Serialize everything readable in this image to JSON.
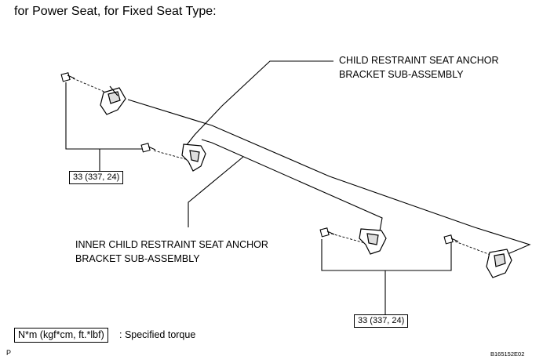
{
  "header": {
    "title": "for Power Seat, for Fixed Seat Type:"
  },
  "callouts": {
    "child_anchor": [
      "CHILD RESTRAINT SEAT ANCHOR",
      "BRACKET SUB-ASSEMBLY"
    ],
    "inner_anchor": [
      "INNER CHILD RESTRAINT SEAT ANCHOR",
      "BRACKET SUB-ASSEMBLY"
    ]
  },
  "torque": {
    "left": "33 (337, 24)",
    "right": "33 (337, 24)"
  },
  "legend": {
    "box": "N*m (kgf*cm, ft.*lbf)",
    "text": ": Specified torque"
  },
  "footer": {
    "p_mark": "P",
    "code": "B165152E02"
  }
}
